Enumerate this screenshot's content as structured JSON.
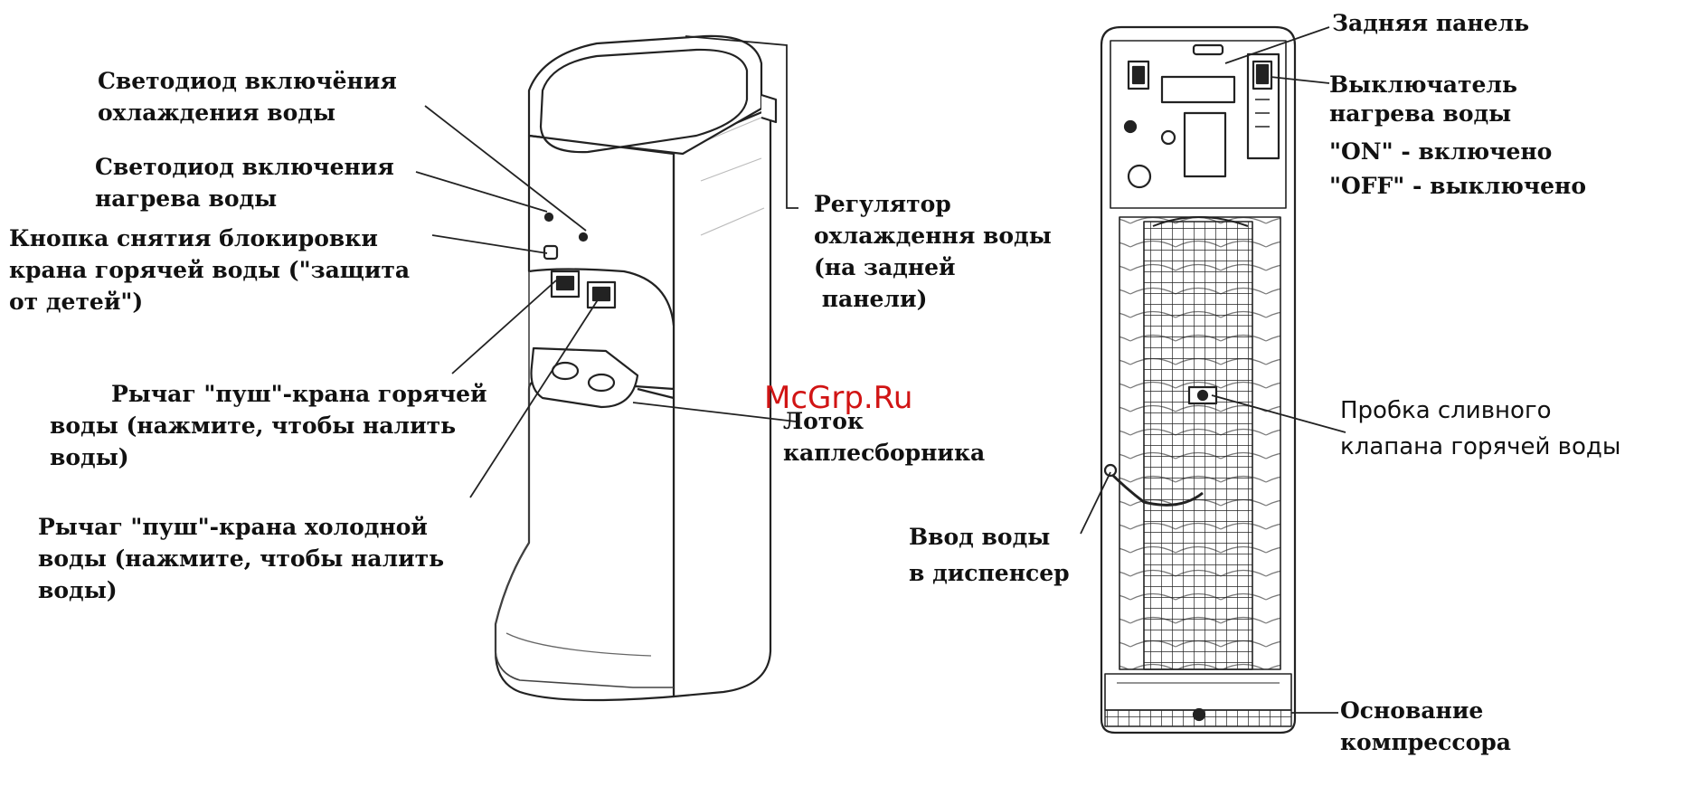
{
  "labels": {
    "led_cooling": [
      "Светодиод включёния",
      "охлаждения воды"
    ],
    "led_heating": [
      "Светодиод включения",
      "нагрева воды"
    ],
    "child_lock_button": [
      "Кнопка снятия блокировки",
      "крана горячей воды (\"защита",
      "от детей\")"
    ],
    "hot_lever": [
      "Рычаг \"пуш\"-крана горячей",
      "воды (нажмите, чтобы налить",
      "воды)"
    ],
    "cold_lever": [
      "Рычаг \"пуш\"-крана холодной",
      "воды (нажмите, чтобы налить",
      "воды)"
    ],
    "cooling_regulator": [
      "Регулятор",
      "охлаждення воды",
      "(на задней",
      " панели)"
    ],
    "drip_tray": [
      "Лоток",
      "каплесборника"
    ],
    "back_panel": [
      "Задняя панель"
    ],
    "heating_switch": [
      "Выключатель",
      "нагрева воды",
      "\"ON\" - включено",
      "\"OFF\" - выключено"
    ],
    "drain_plug": [
      "Пробка сливного",
      "клапана горячей воды"
    ],
    "water_inlet": [
      "Ввод воды",
      "в диспенсер"
    ],
    "compressor_base": [
      "Основание",
      "компрессора"
    ]
  },
  "watermark": "McGrp.Ru"
}
